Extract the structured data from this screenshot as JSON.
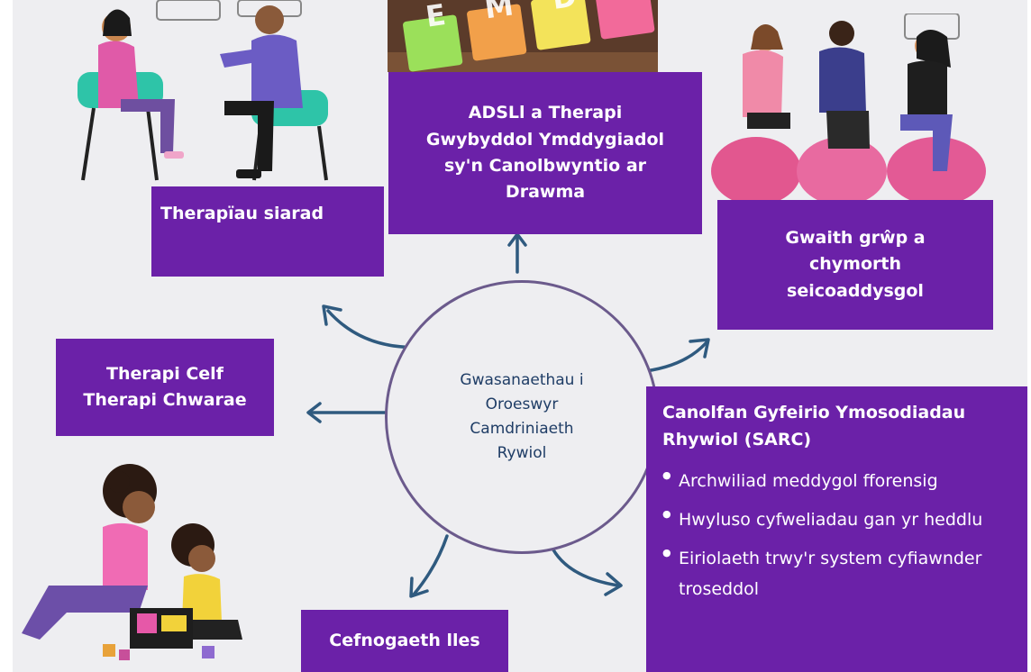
{
  "hub": {
    "lines": [
      "Gwasanaethau i",
      "Oroeswyr",
      "Camdriniaeth",
      "Rywiol"
    ]
  },
  "boxes": {
    "talking": {
      "lines": [
        "Therapïau siarad"
      ]
    },
    "emdr": {
      "lines": [
        "ADSLl a Therapi",
        "Gwybyddol Ymddygiadol",
        "sy'n Canolbwyntio ar",
        "Drawma"
      ]
    },
    "group": {
      "lines": [
        "Gwaith grŵp a",
        "chymorth",
        "seicoaddysgol"
      ]
    },
    "art": {
      "lines": [
        "Therapi Celf",
        "Therapi Chwarae"
      ]
    },
    "wellbeing": {
      "lines": [
        "Cefnogaeth lles"
      ]
    }
  },
  "sarc": {
    "title_lines": [
      "Canolfan Gyfeirio Ymosodiadau",
      "Rhywiol (SARC)"
    ],
    "items": [
      "Archwiliad meddygol fforensig",
      "Hwyluso cyfweliadau gan yr heddlu",
      "Eiriolaeth trwy'r system cyfiawnder troseddol"
    ]
  },
  "image_text": {
    "emdr_blocks": "EMDR"
  },
  "colors": {
    "box_fill": "#6b21a8",
    "hub_text": "#1f3d66",
    "arrow": "#2f5a7f",
    "background": "#eeeef1"
  }
}
